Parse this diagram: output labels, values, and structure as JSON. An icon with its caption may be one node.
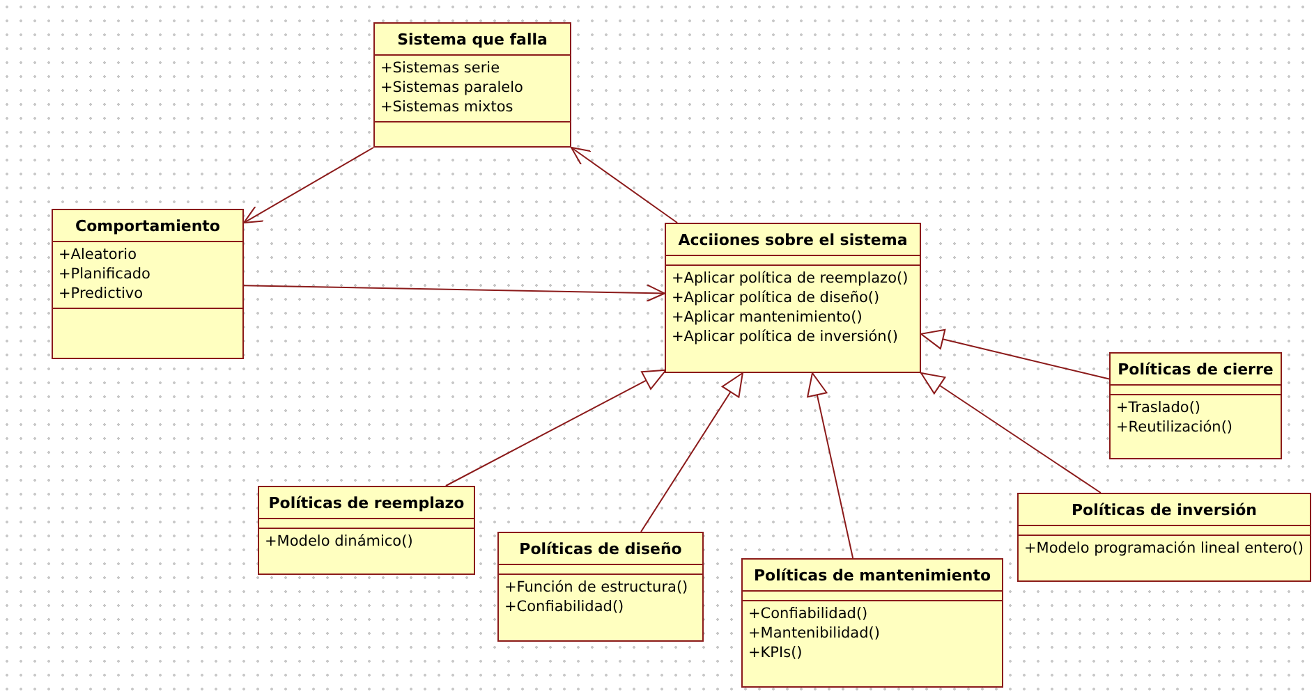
{
  "diagram": {
    "nodes": [
      {
        "text": [
          "Sistema que falla",
          "+Sistemas serie",
          "+Sistemas paralelo",
          "+Sistemas mixtos"
        ]
      },
      {
        "text": [
          "Comportamiento",
          "+Aleatorio",
          "+Planificado",
          "+Predictivo"
        ]
      },
      {
        "text": [
          "Acciiones sobre el sistema",
          "+Aplicar política de reemplazo()",
          "+Aplicar política de diseño()",
          "+Aplicar mantenimiento()",
          "+Aplicar política de inversión()"
        ]
      },
      {
        "text": [
          "Políticas de cierre",
          "+Traslado()",
          "+Reutilización()"
        ]
      },
      {
        "text": [
          "Políticas de reemplazo",
          "+Modelo dinámico()"
        ]
      },
      {
        "text": [
          "Políticas de inversión",
          "+Modelo programación lineal entero()"
        ]
      },
      {
        "text": [
          "Políticas de diseño",
          "+Función de estructura()",
          "+Confiabilidad()"
        ]
      },
      {
        "text": [
          "Políticas de mantenimiento",
          "+Confiabilidad()",
          "+Mantenibilidad()",
          "+KPIs()"
        ]
      }
    ],
    "edges": [
      {
        "from": 0,
        "to": 1,
        "arrow": "to"
      },
      {
        "from": 2,
        "to": 0,
        "arrow": "to"
      },
      {
        "from": 1,
        "to": 2,
        "arrow": "to"
      },
      {
        "from": 3,
        "to": 2,
        "arrow": "to"
      },
      {
        "from": 4,
        "to": 2,
        "arrow": "to"
      },
      {
        "from": 6,
        "to": 2,
        "arrow": "to"
      },
      {
        "from": 7,
        "to": 2,
        "arrow": "to"
      },
      {
        "from": 5,
        "to": 2,
        "arrow": "to"
      }
    ]
  }
}
